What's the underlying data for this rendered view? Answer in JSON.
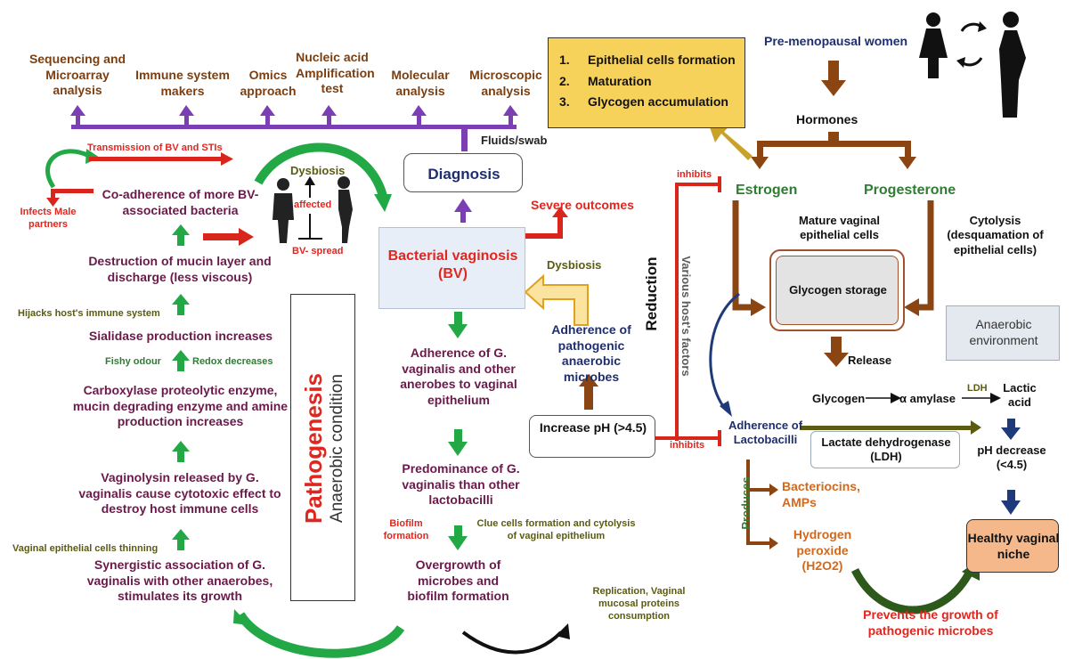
{
  "diagnosis_methods": [
    "Sequencing and Microarray analysis",
    "Immune system makers",
    "Omics approach",
    "Nucleic acid Amplification test",
    "Molecular analysis",
    "Microscopic analysis"
  ],
  "fluids_swab": "Fluids/swab",
  "diagnosis": "Diagnosis",
  "bv_title": "Bacterial vaginosis (BV)",
  "severe_outcomes": "Severe outcomes",
  "dysbiosis_top": "Dysbiosis",
  "affected": "affected",
  "bv_spread": "BV- spread",
  "transmission": "Transmission of BV and STIs",
  "infects_male": "Infects Male partners",
  "pathogenesis_steps": [
    "Co-adherence of more BV-associated bacteria",
    "Destruction of mucin layer and discharge (less viscous)",
    "Sialidase production increases",
    "Carboxylase proteolytic enzyme, mucin degrading enzyme and amine production increases",
    "Vaginolysin released by G. vaginalis cause cytotoxic effect to destroy host immune cells",
    "Synergistic association of G. vaginalis with other anaerobes, stimulates its growth"
  ],
  "side_notes": {
    "hijacks": "Hijacks host's immune system",
    "fishy": "Fishy odour",
    "redox": "Redox decreases",
    "thinning": "Vaginal epithelial cells thinning"
  },
  "pathogenesis_label": "Pathogenesis",
  "anaerobic_condition": "Anaerobic condition",
  "middle_steps": [
    "Adherence of G. vaginalis and other anerobes to vaginal epithelium",
    "Predominance of G. vaginalis than other lactobacilli",
    "Overgrowth of microbes and biofilm formation"
  ],
  "biofilm_formation": "Biofilm formation",
  "clue_cells": "Clue cells formation and cytolysis of vaginal epithelium",
  "replication": "Replication, Vaginal mucosal proteins consumption",
  "dysbiosis_mid": "Dysbiosis",
  "adherence_pathogenic": "Adherence of pathogenic anaerobic microbes",
  "increase_ph": "Increase pH (>4.5)",
  "inhibits": "inhibits",
  "reduction": "Reduction",
  "various_factors": "Various host's factors",
  "premenopausal": "Pre-menopausal women",
  "hormones": "Hormones",
  "estrogen": "Estrogen",
  "progesterone": "Progesterone",
  "yellow_list": [
    "Epithelial cells formation",
    "Maturation",
    "Glycogen accumulation"
  ],
  "mature_cells": "Mature vaginal epithelial cells",
  "cytolysis": "Cytolysis (desquamation of epithelial cells)",
  "glycogen_storage": "Glycogen storage",
  "anaerobic_env": "Anaerobic environment",
  "release": "Release",
  "glycogen": "Glycogen",
  "amylase": "α amylase",
  "ldh_small": "LDH",
  "lactic_acid": "Lactic acid",
  "adherence_lacto": "Adherence of Lactobacilli",
  "ldh_box": "Lactate dehydrogenase (LDH)",
  "ph_decrease": "pH decrease (<4.5)",
  "produces": "Produces",
  "bacteriocins": "Bacteriocins, AMPs",
  "hydrogen_peroxide": "Hydrogen peroxide (H2O2)",
  "healthy_niche": "Healthy vaginal niche",
  "prevents": "Prevents the growth of pathogenic microbes",
  "colors": {
    "brown": "#8b4513",
    "green": "#22a845",
    "purple": "#7b3fb3",
    "red": "#d9261c",
    "navy": "#1f3a7a",
    "yellow_box": "#f7d25a",
    "peach": "#f5b88a"
  }
}
